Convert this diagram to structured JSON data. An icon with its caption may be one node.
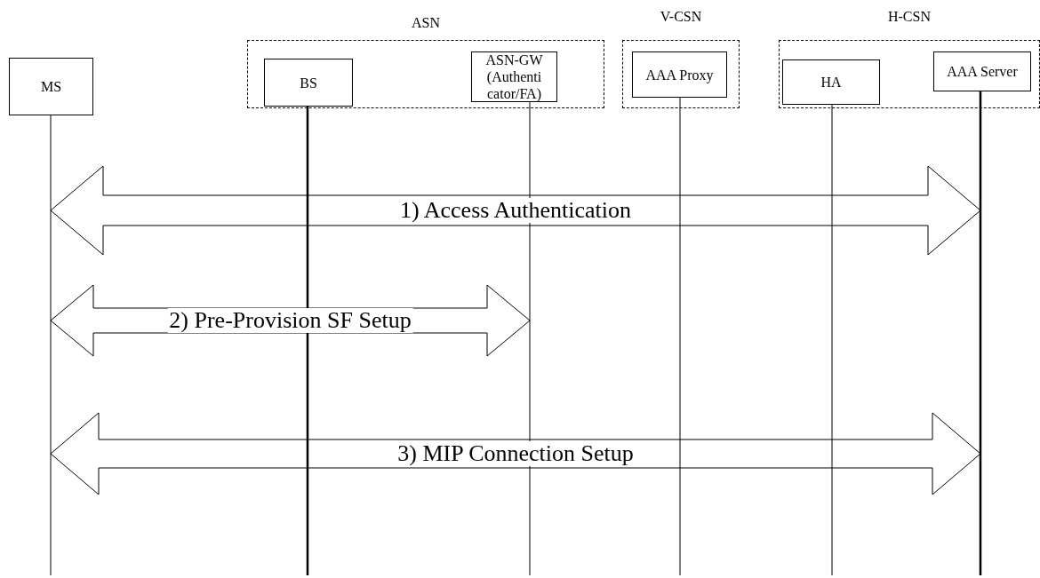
{
  "diagram": {
    "nodes": [
      {
        "text": [
          "MS"
        ]
      },
      {
        "text": [
          "ASN"
        ]
      },
      {
        "text": [
          "BS"
        ],
        "in": 1
      },
      {
        "text": [
          "ASN-GW (Authenti cator/FA)"
        ],
        "in": 1
      },
      {
        "text": [
          "V-CSN"
        ]
      },
      {
        "text": [
          "AAA Proxy"
        ],
        "in": 4
      },
      {
        "text": [
          "H-CSN"
        ]
      },
      {
        "text": [
          "HA"
        ],
        "in": 6
      },
      {
        "text": [
          "AAA Server"
        ],
        "in": 6
      }
    ],
    "edges": [
      {
        "from": 0,
        "to": 8,
        "arrow": "both",
        "label": "1) Access Authentication"
      },
      {
        "from": 0,
        "to": 3,
        "arrow": "both",
        "label": "2) Pre-Provision SF Setup"
      },
      {
        "from": 0,
        "to": 8,
        "arrow": "both",
        "label": "3) MIP Connection Setup"
      }
    ]
  }
}
